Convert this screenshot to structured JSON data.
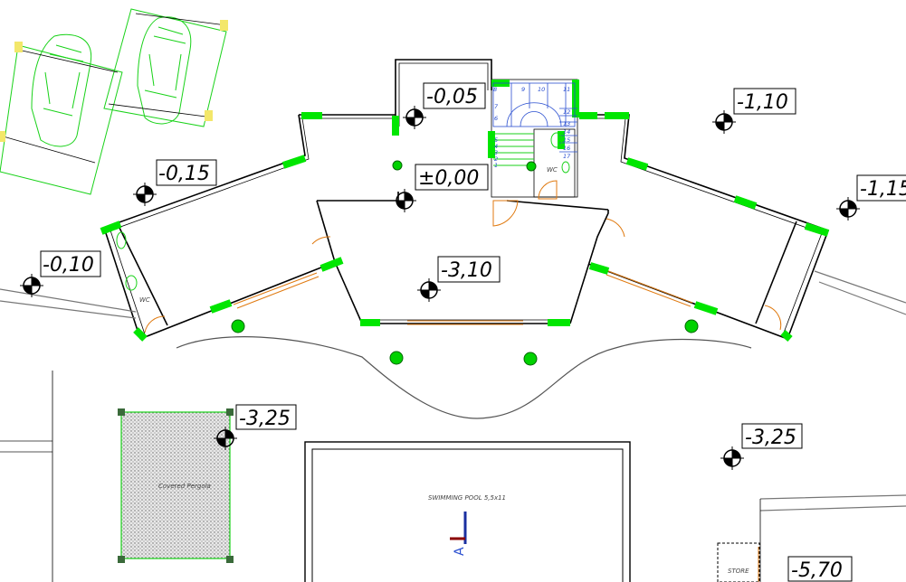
{
  "levels": {
    "l_0_05": "-0,05",
    "l_1_10": "-1,10",
    "l_0_15": "-0,15",
    "l_0_00": "±0,00",
    "l_1_15": "-1,15",
    "l_0_10": "-0,10",
    "l_3_10": "-3,10",
    "l_3_25a": "-3,25",
    "l_3_25b": "-3,25",
    "l_5_70": "-5,70"
  },
  "labels": {
    "wc_left": "WC",
    "wc_stair": "WC",
    "pergola": "Covered Pergola",
    "pool": "SWIMMING POOL 5,5x11",
    "store": "STORE",
    "section_mark": "A"
  },
  "stair_numbers": [
    "8",
    "9",
    "10",
    "11",
    "12",
    "13",
    "14",
    "15",
    "16",
    "17",
    "7",
    "6",
    "5",
    "4",
    "3",
    "2",
    "1"
  ],
  "colors": {
    "wall": "#000000",
    "window_green": "#00e600",
    "door_orange": "#e07a10",
    "stair_blue": "#2a4fd0",
    "level_marker": "#000000"
  }
}
